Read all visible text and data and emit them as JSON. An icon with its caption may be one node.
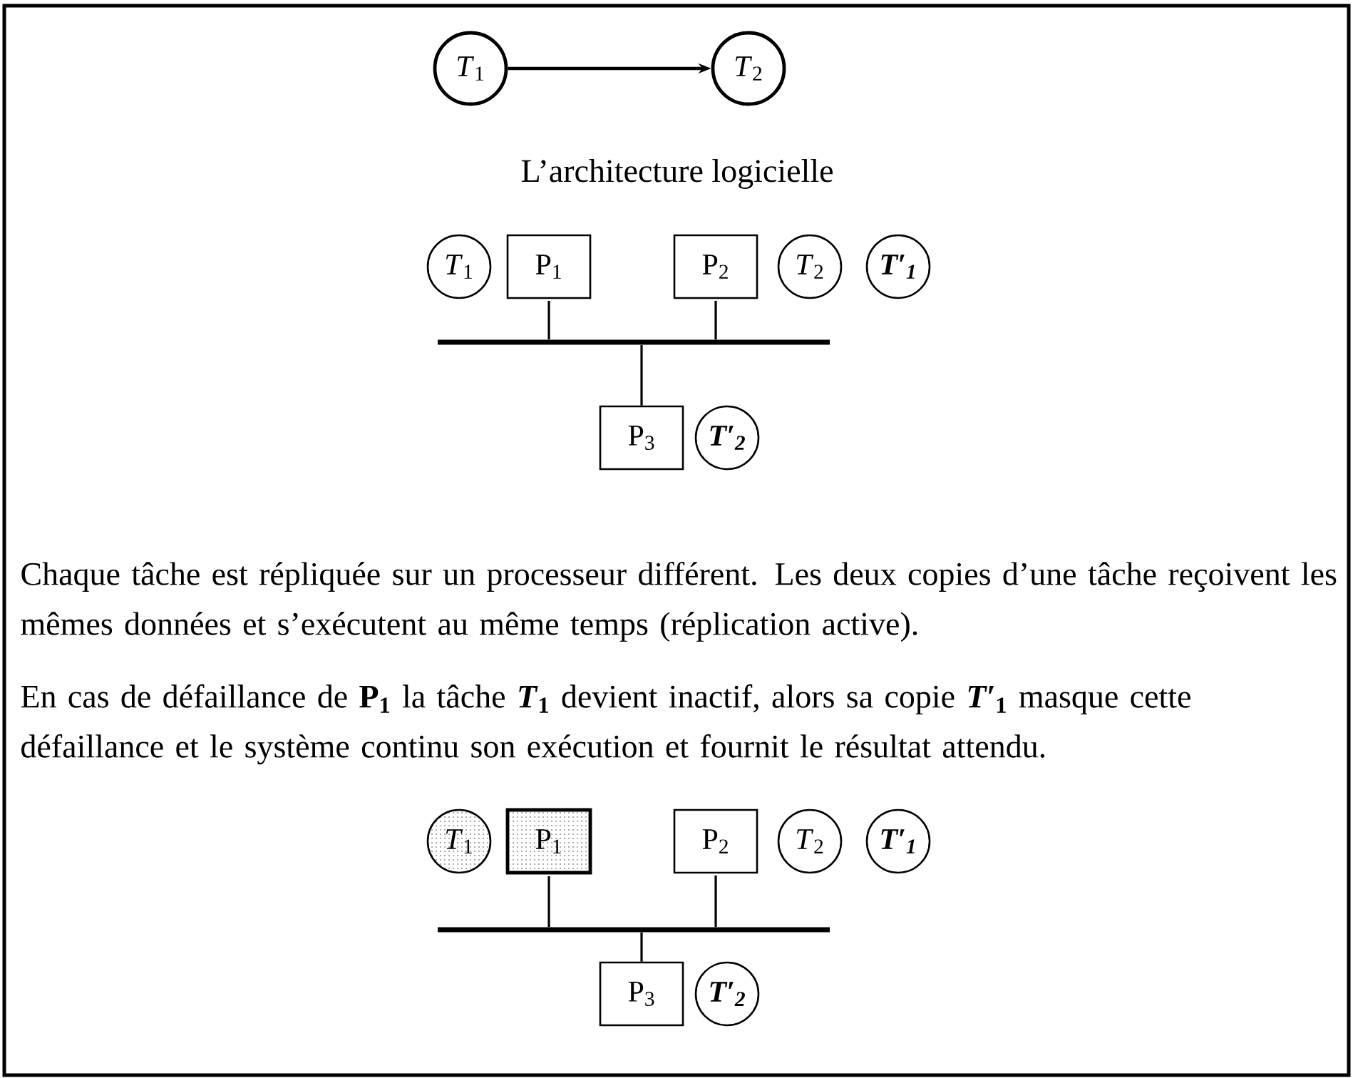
{
  "diagram": {
    "nodes": [
      {
        "text": [
          "*T*$_{1}$"
        ]
      },
      {
        "text": [
          "*T*$_{2}$"
        ]
      },
      {
        "text": [
          "*T*$_{1}$"
        ]
      },
      {
        "text": [
          "P$_{1}$"
        ]
      },
      {
        "text": [
          "P$_{2}$"
        ]
      },
      {
        "text": [
          "*T*$_{2}$"
        ]
      },
      {
        "text": [
          "T′$_{1}$"
        ]
      },
      {
        "text": [],
        "shape": "bar"
      },
      {
        "text": [
          "P$_{3}$"
        ]
      },
      {
        "text": [
          "T′$_{2}$"
        ]
      },
      {
        "text": [
          "*T*$_{1}$"
        ]
      },
      {
        "text": [
          "P$_{1}$"
        ]
      },
      {
        "text": [
          "P$_{2}$"
        ]
      },
      {
        "text": [
          "*T*$_{2}$"
        ]
      },
      {
        "text": [
          "T′$_{1}$"
        ]
      },
      {
        "text": [],
        "shape": "bar"
      },
      {
        "text": [
          "P$_{3}$"
        ]
      },
      {
        "text": [
          "T′$_{2}$"
        ]
      }
    ],
    "edges": [
      {
        "from": 0,
        "to": 1,
        "arrow": "to"
      },
      {
        "from": 3,
        "to": 7,
        "arrow": "none"
      },
      {
        "from": 4,
        "to": 7,
        "arrow": "none"
      },
      {
        "from": 7,
        "to": 8,
        "arrow": "none"
      },
      {
        "from": 11,
        "to": 15,
        "arrow": "none"
      },
      {
        "from": 12,
        "to": 15,
        "arrow": "none"
      },
      {
        "from": 15,
        "to": 16,
        "arrow": "none"
      }
    ],
    "labels": [
      "L’architecture logicielle",
      "Chaque tâche est répliquée sur un processeur différent. Les deux copies d’une tâche reçoivent les mêmes données et s’exécutent au même temps (réplication active).",
      "En cas de défaillance de **P$_{1}$** la tâche ***T*$_{1}$** devient inactif, alors sa copie ***T′*$_{1}$** masque cette défaillance et le système continu son exécution et fournit le résultat attendu."
    ]
  }
}
